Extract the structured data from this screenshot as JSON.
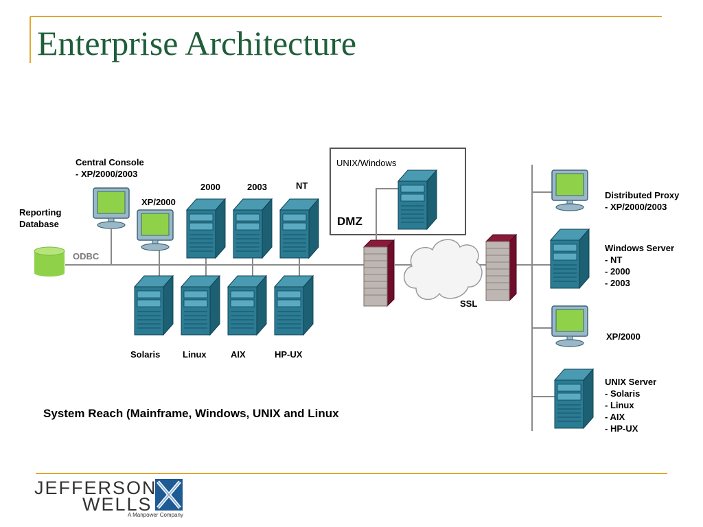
{
  "slide": {
    "title": "Enterprise Architecture",
    "caption": "System Reach (Mainframe, Windows, UNIX and Linux"
  },
  "diagram": {
    "central_console": {
      "title": "Central Console",
      "sub": "- XP/2000/2003"
    },
    "reporting_db": {
      "line1": "Reporting",
      "line2": "Database"
    },
    "odbc": "ODBC",
    "xp2000_top": "XP/2000",
    "server_2000": "2000",
    "server_2003": "2003",
    "server_nt": "NT",
    "bottom_servers": [
      "Solaris",
      "Linux",
      "AIX",
      "HP-UX"
    ],
    "dmz_box_label": "UNIX/Windows",
    "dmz": "DMZ",
    "ssl": "SSL",
    "distributed_proxy": {
      "title": "Distributed Proxy",
      "items": [
        "- XP/2000/2003"
      ]
    },
    "windows_server": {
      "title": "Windows Server",
      "items": [
        "- NT",
        "- 2000",
        "- 2003"
      ]
    },
    "xp2000_right": "XP/2000",
    "unix_server": {
      "title": "UNIX Server",
      "items": [
        "- Solaris",
        "- Linux",
        "- AIX",
        "- HP-UX"
      ]
    }
  },
  "logo": {
    "line1": "JEFFERSON",
    "line2": "WELLS",
    "tagline": "A Manpower Company"
  },
  "colors": {
    "title": "#1f5e3a",
    "accent_line": "#e0a930",
    "server": "#2b7b93",
    "firewall": "#6e0e2a",
    "monitor_screen": "#8fd24a"
  }
}
